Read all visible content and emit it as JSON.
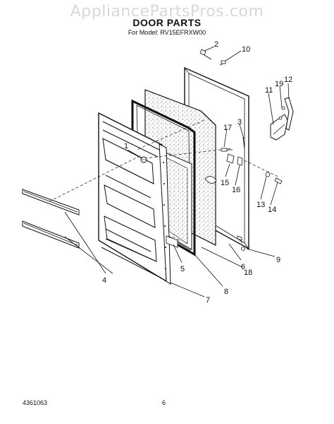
{
  "watermark": "AppliancePartsPros.com",
  "title": "DOOR PARTS",
  "subtitle": "For Model: RV15EFRXW00",
  "footer": {
    "doc_number": "4361063",
    "page_number": "6"
  },
  "callouts": [
    "1",
    "2",
    "3",
    "4",
    "5",
    "6",
    "7",
    "8",
    "9",
    "10",
    "11",
    "12",
    "13",
    "14",
    "15",
    "16",
    "17",
    "18",
    "19"
  ]
}
